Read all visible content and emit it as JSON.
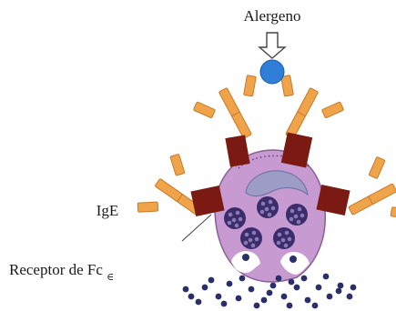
{
  "labels": {
    "allergen": "Alergeno",
    "ige": "IgE",
    "receptor": "Receptor de Fc",
    "receptor_subscript": "∈"
  },
  "colors": {
    "cell_fill": "#c79bd2",
    "cell_edge": "#8a5e96",
    "nucleus": "#9c9cc6",
    "granule": "#3b2c6c",
    "granule_dot": "#8a7ab3",
    "receptor": "#7a1a12",
    "antibody": "#f0a44a",
    "antibody_edge": "#c9782a",
    "allergen": "#2f7ed8",
    "released_granule": "#2a2f6b"
  }
}
